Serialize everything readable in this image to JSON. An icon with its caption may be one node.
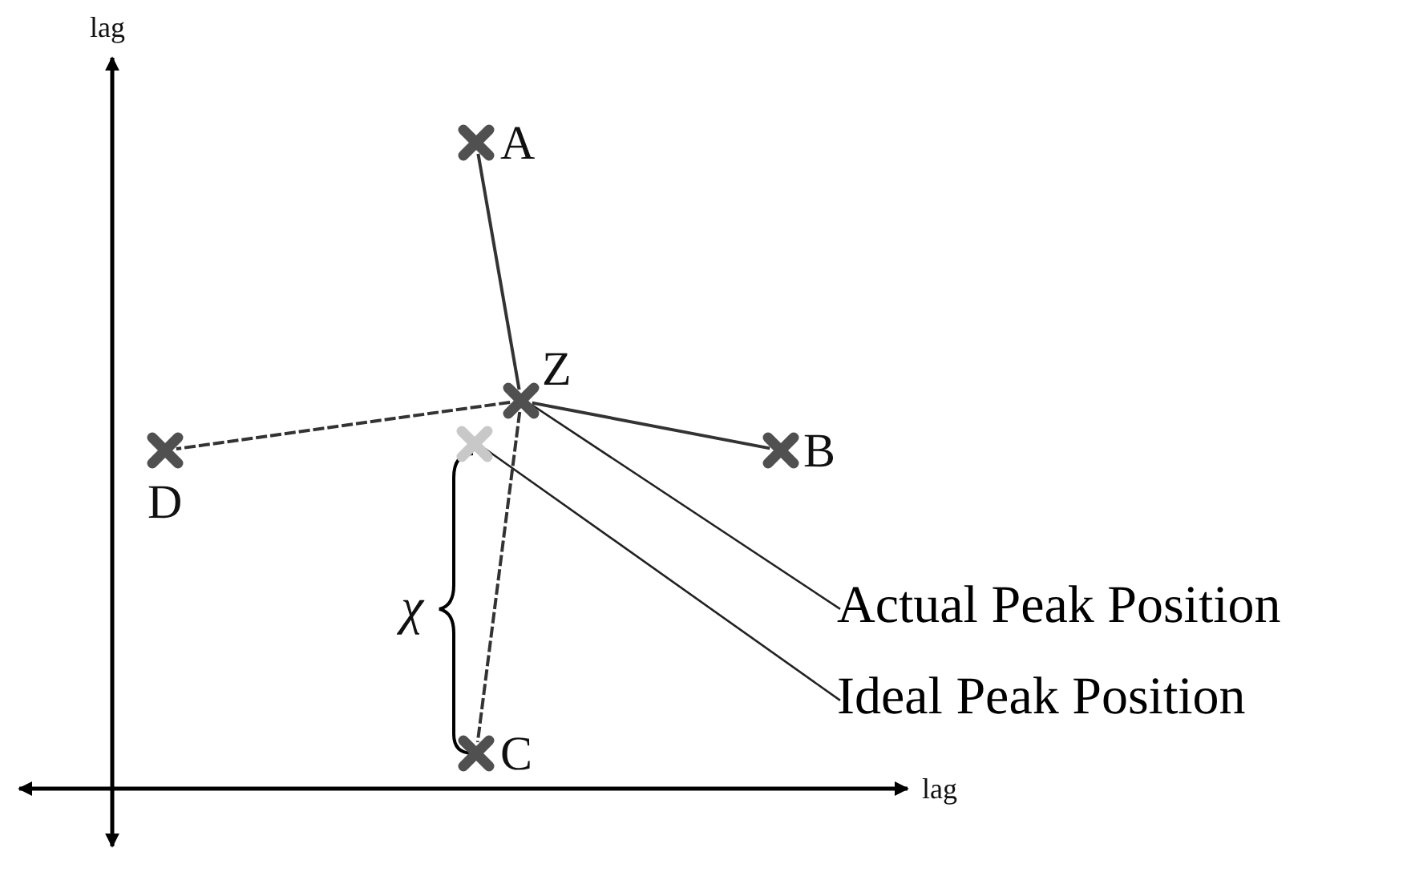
{
  "diagram": {
    "nodes": [
      {
        "text": [],
        "shape": "cross",
        "beside": [
          "A"
        ]
      },
      {
        "text": [],
        "shape": "cross",
        "beside": [
          "Z"
        ]
      },
      {
        "text": [],
        "shape": "cross",
        "beside": [
          "B"
        ]
      },
      {
        "text": [],
        "shape": "cross",
        "beside": [
          "D"
        ]
      },
      {
        "text": [],
        "shape": "cross"
      },
      {
        "text": [],
        "shape": "cross",
        "beside": [
          "C"
        ]
      },
      {
        "text": [
          "Actual Peak Position"
        ]
      },
      {
        "text": [
          "Ideal Peak Position"
        ]
      }
    ],
    "edges": [
      {
        "from": 1,
        "to": 0,
        "arrow": "none"
      },
      {
        "from": 1,
        "to": 2,
        "arrow": "none"
      },
      {
        "from": 1,
        "to": 3,
        "arrow": "none",
        "style": "dashed"
      },
      {
        "from": 1,
        "to": 5,
        "arrow": "none",
        "style": "dashed"
      },
      {
        "from": 6,
        "to": 1,
        "arrow": "none",
        "color": "#222222"
      },
      {
        "from": 7,
        "to": 4,
        "arrow": "none",
        "color": "#222222"
      }
    ],
    "labels": [
      "lag",
      "lag",
      "χ"
    ]
  }
}
